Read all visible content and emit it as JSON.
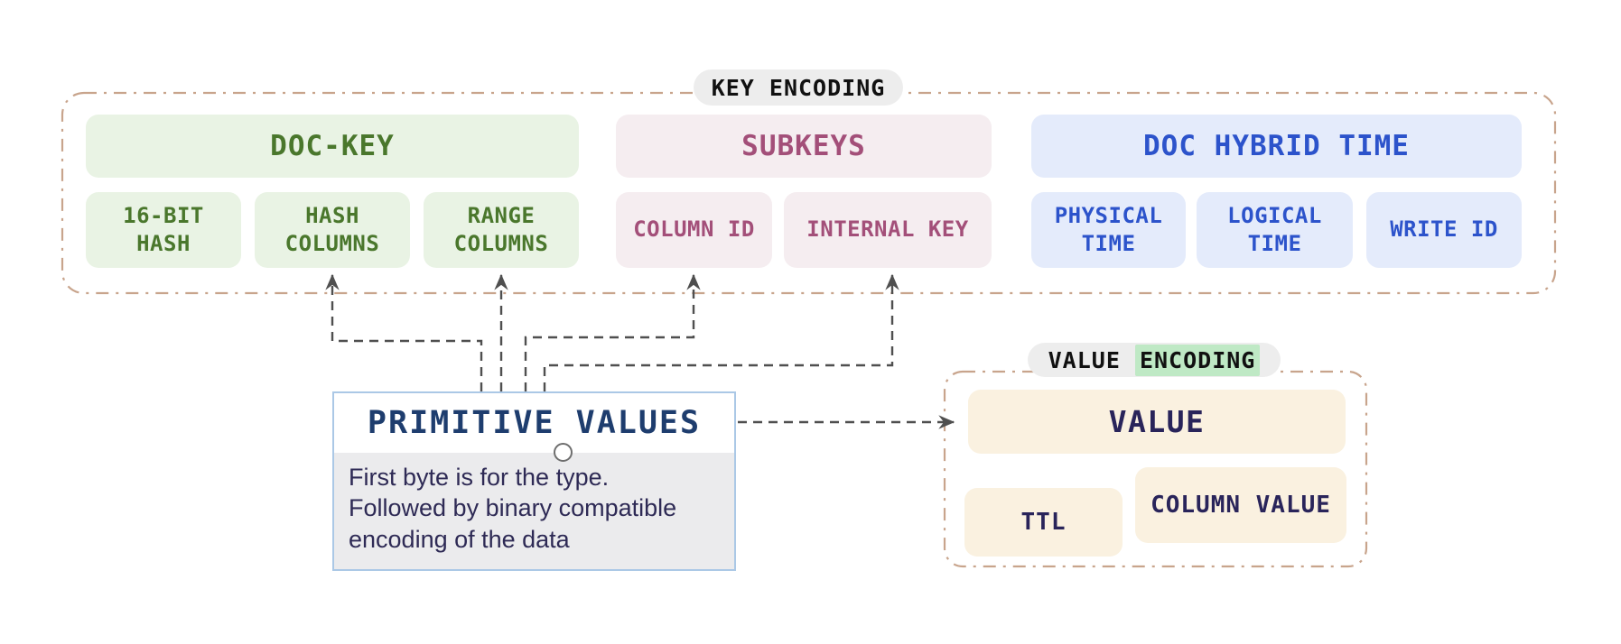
{
  "colors": {
    "container_border": "#c8a48c",
    "doc_key_text": "#4a772c",
    "doc_key_bg": "#e9f3e4",
    "subkeys_text": "#a34f79",
    "subkeys_bg": "#f5edf0",
    "hybrid_time_text": "#2c53cb",
    "hybrid_time_bg": "#e4ebfb",
    "value_text": "#29245a",
    "value_bg": "#faf1e0",
    "pill_bg": "#ededed",
    "encoding_highlight": "#bfe9c5",
    "primitive_title_text": "#1e3d6e",
    "primitive_border": "#abc8e6",
    "primitive_body_bg": "#ebebed",
    "arrow": "#4f4f4f"
  },
  "key_encoding": {
    "label": "KEY ENCODING",
    "doc_key": {
      "title": "DOC-KEY",
      "items": [
        "16-BIT\nHASH",
        "HASH\nCOLUMNS",
        "RANGE\nCOLUMNS"
      ]
    },
    "subkeys": {
      "title": "SUBKEYS",
      "items": [
        "COLUMN ID",
        "INTERNAL KEY"
      ]
    },
    "doc_hybrid_time": {
      "title": "DOC HYBRID TIME",
      "items": [
        "PHYSICAL\nTIME",
        "LOGICAL\nTIME",
        "WRITE ID"
      ]
    }
  },
  "primitive_values": {
    "title": "PRIMITIVE VALUES",
    "description": "First byte is for the type.\nFollowed by binary compatible\nencoding of the data"
  },
  "value_encoding": {
    "label_plain": "VALUE ",
    "label_highlight": "ENCODING",
    "value_box": "VALUE",
    "ttl_box": "TTL",
    "column_value_box": "COLUMN VALUE"
  }
}
